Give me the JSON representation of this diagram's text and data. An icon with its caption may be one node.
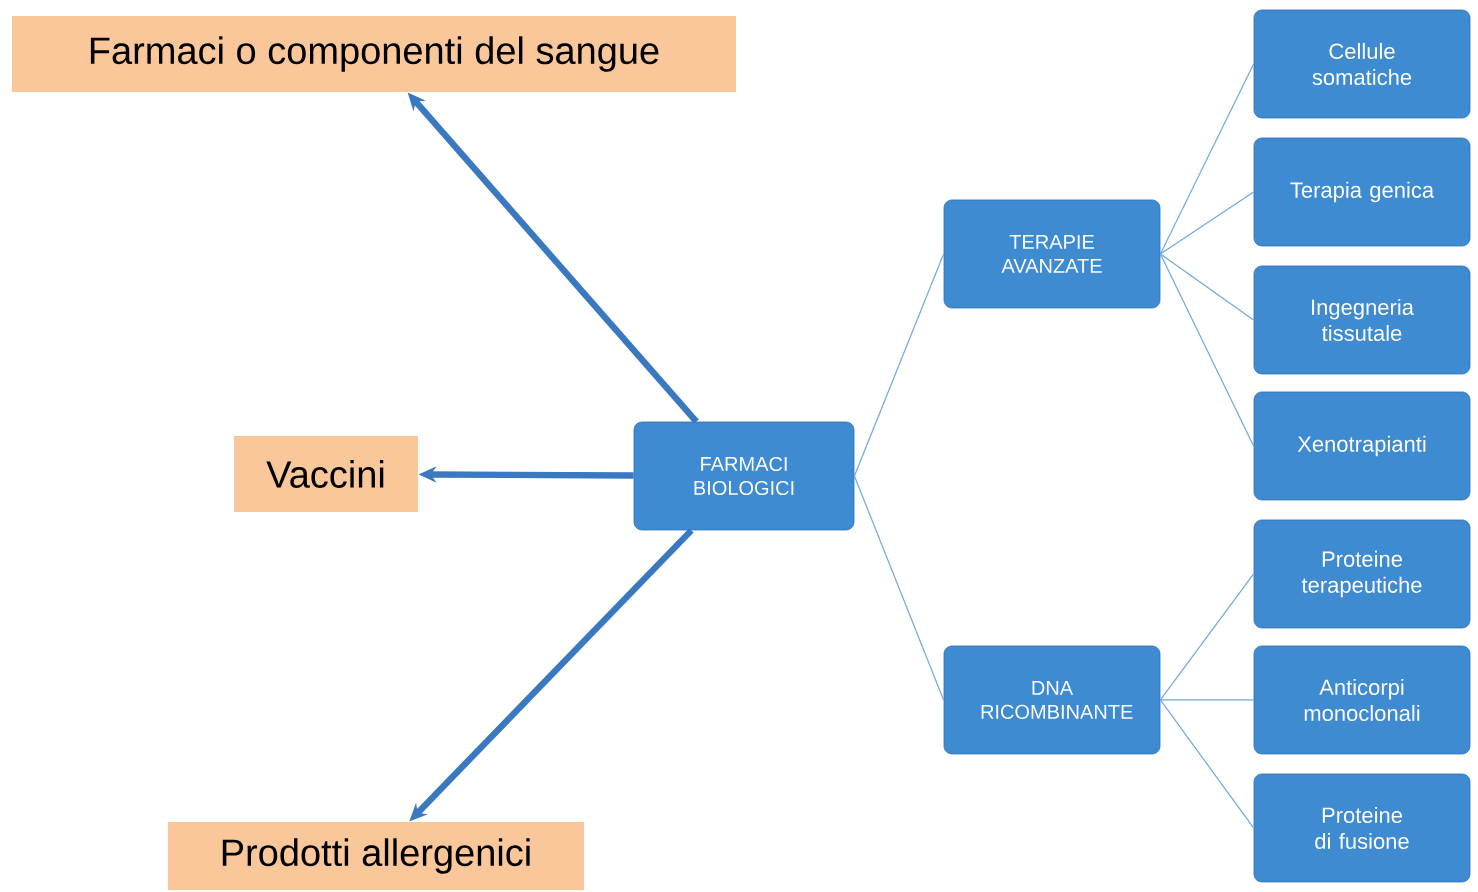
{
  "diagram": {
    "nodes": [
      {
        "text": [
          "Farmaci o componenti del sangue"
        ]
      },
      {
        "text": [
          "Vaccini"
        ]
      },
      {
        "text": [
          "Prodotti allergenici"
        ]
      },
      {
        "text": [
          "FARMACI BIOLOGICI"
        ]
      },
      {
        "text": [
          "TERAPIE AVANZATE"
        ]
      },
      {
        "text": [
          "DNA RICOMBINANTE"
        ]
      },
      {
        "text": [
          "Cellule somatiche"
        ]
      },
      {
        "text": [
          "Terapia genica"
        ]
      },
      {
        "text": [
          "Ingegneria tissutale"
        ]
      },
      {
        "text": [
          "Xenotrapianti"
        ]
      },
      {
        "text": [
          "Proteine terapeutiche"
        ]
      },
      {
        "text": [
          "Anticorpi monoclonali"
        ]
      },
      {
        "text": [
          "Proteine di fusione"
        ]
      }
    ],
    "edges": [
      {
        "from": 3,
        "to": 0,
        "arrow": "to",
        "style": "thick",
        "color": "#3a78c0"
      },
      {
        "from": 3,
        "to": 1,
        "arrow": "to",
        "style": "thick",
        "color": "#3a78c0"
      },
      {
        "from": 3,
        "to": 2,
        "arrow": "to",
        "style": "thick",
        "color": "#3a78c0"
      },
      {
        "from": 3,
        "to": 4,
        "arrow": "none"
      },
      {
        "from": 3,
        "to": 5,
        "arrow": "none"
      },
      {
        "from": 4,
        "to": 6,
        "arrow": "none"
      },
      {
        "from": 4,
        "to": 7,
        "arrow": "none"
      },
      {
        "from": 4,
        "to": 8,
        "arrow": "none"
      },
      {
        "from": 4,
        "to": 9,
        "arrow": "none"
      },
      {
        "from": 5,
        "to": 10,
        "arrow": "none"
      },
      {
        "from": 5,
        "to": 11,
        "arrow": "none"
      },
      {
        "from": 5,
        "to": 12,
        "arrow": "none"
      }
    ]
  }
}
